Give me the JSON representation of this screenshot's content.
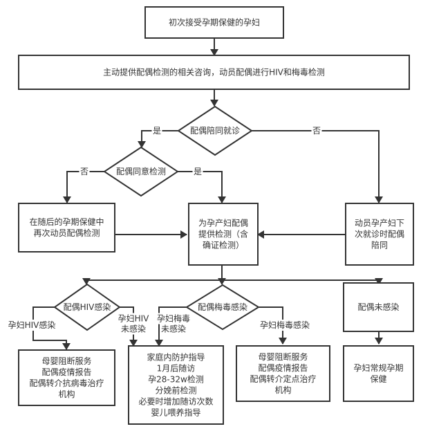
{
  "nodes": {
    "start": {
      "lines": [
        "初次接受孕期保健的孕妇"
      ]
    },
    "consult": {
      "lines": [
        "主动提供配偶检测的相关咨询，动员配偶进行HIV和梅毒检测"
      ]
    },
    "d_accompany": {
      "lines": [
        "配偶陪同就诊"
      ]
    },
    "d_consent": {
      "lines": [
        "配偶同意检测"
      ]
    },
    "remobilize": {
      "lines": [
        "在随后的孕期保健中",
        "再次动员配偶检测"
      ]
    },
    "provide_test": {
      "lines": [
        "为孕产妇配偶",
        "提供检测（含",
        "确证检测）"
      ]
    },
    "next_visit": {
      "lines": [
        "动员孕产妇下",
        "次就诊时配偶",
        "陪同"
      ]
    },
    "d_hiv": {
      "lines": [
        "配偶HIV感染"
      ]
    },
    "d_syphilis": {
      "lines": [
        "配偶梅毒感染"
      ]
    },
    "not_infected": {
      "lines": [
        "配偶未感染"
      ]
    },
    "hiv_services": {
      "lines": [
        "母婴阻断服务",
        "配偶疫情报告",
        "配偶转介抗病毒治疗",
        "机构"
      ]
    },
    "family_guidance": {
      "lines": [
        "家庭内防护指导",
        "1月后随访",
        "孕28-32w检测",
        "分娩前检测",
        "必要时增加随访次数",
        "婴儿喂养指导"
      ]
    },
    "syphilis_services": {
      "lines": [
        "母婴阻断服务",
        "配偶疫情报告",
        "配偶转介定点治疗",
        "机构"
      ]
    },
    "routine_care": {
      "lines": [
        "孕妇常规孕期",
        "保健"
      ]
    }
  },
  "edge_labels": {
    "accompany_yes": "是",
    "accompany_no": "否",
    "consent_no": "否",
    "consent_yes": "是",
    "hiv_infected": "孕妇HIV感染",
    "hiv_not_infected": [
      "孕妇HIV",
      "未感染"
    ],
    "syphilis_not_infected": [
      "孕妇梅毒",
      "未感染"
    ],
    "syphilis_infected": "孕妇梅毒感染"
  },
  "colors": {
    "stroke": "#333333",
    "text": "#333333",
    "background": "#ffffff"
  }
}
